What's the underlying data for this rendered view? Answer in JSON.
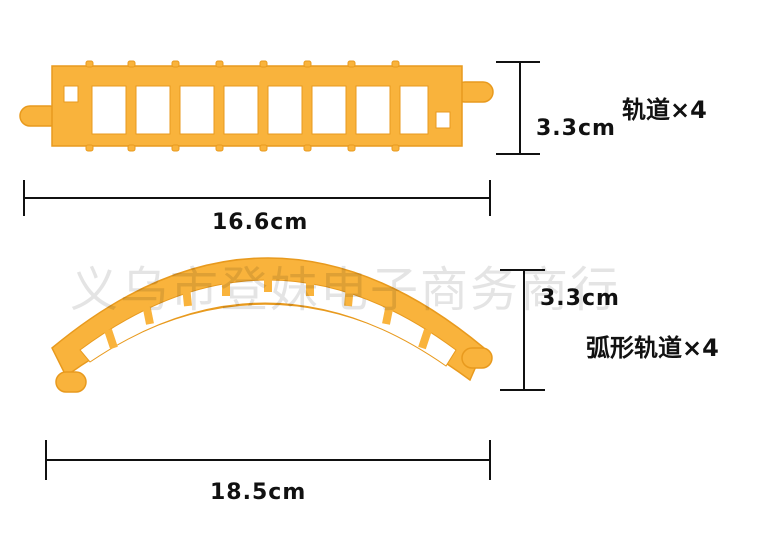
{
  "colors": {
    "track_fill": "#F9B33C",
    "track_dark": "#E89A1E",
    "line": "#111111"
  },
  "straight_track": {
    "height_label": "3.3cm",
    "length_label": "16.6cm",
    "name_label": "轨道×4"
  },
  "curved_track": {
    "height_label": "3.3cm",
    "length_label": "18.5cm",
    "name_label": "弧形轨道×4"
  },
  "watermark": "义乌市登妹电子商务商行"
}
